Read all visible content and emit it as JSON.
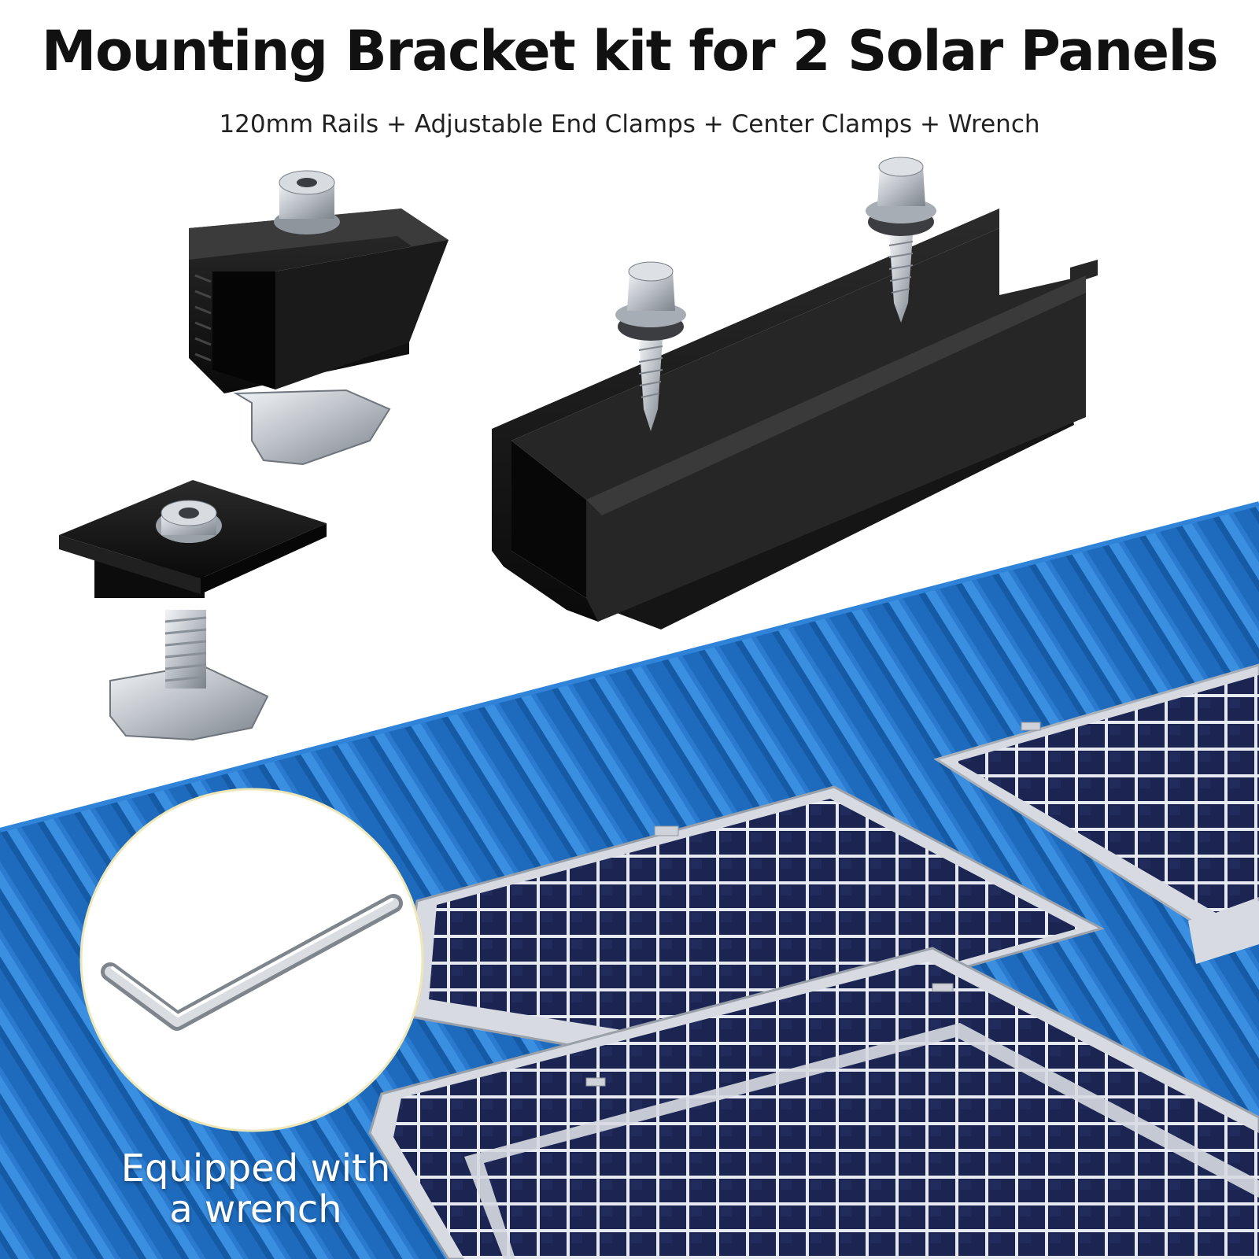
{
  "header": {
    "title": "Mounting Bracket kit for 2 Solar Panels",
    "subtitle": "120mm Rails + Adjustable End Clamps + Center Clamps + Wrench"
  },
  "callout": {
    "line1": "Equipped with",
    "line2": "a wrench"
  },
  "colors": {
    "roof": "#1f6fc0",
    "roof_light": "#3a8ee0",
    "bracket": "#111111",
    "panel_cell": "#1b2350",
    "panel_frame": "#c9ced6",
    "steel": "#bfc4cb"
  }
}
